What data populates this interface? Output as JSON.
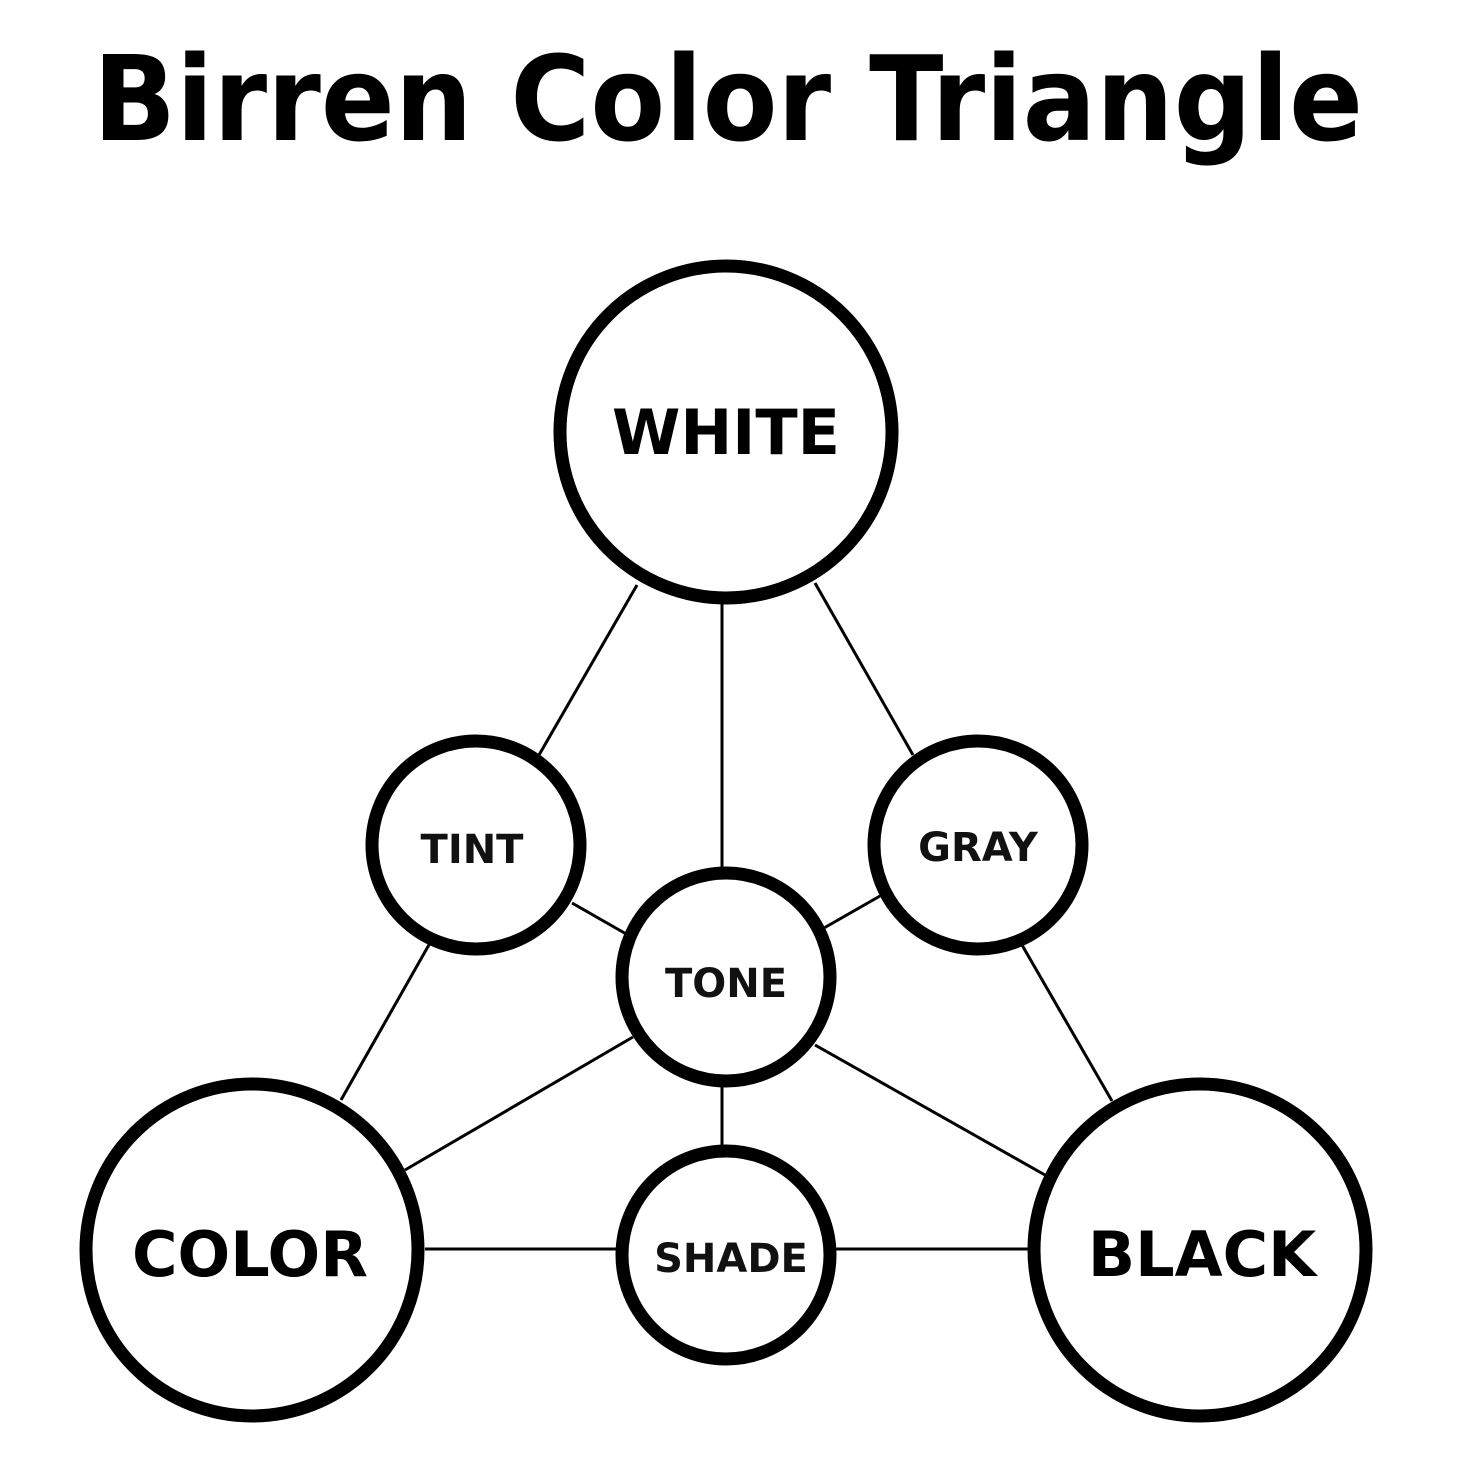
{
  "title": "Birren Color Triangle",
  "nodes": {
    "white": "WHITE",
    "tint": "TINT",
    "gray": "GRAY",
    "tone": "TONE",
    "color": "COLOR",
    "shade": "SHADE",
    "black": "BLACK"
  },
  "colors": {
    "stroke": "#000000",
    "fill": "#ffffff"
  }
}
